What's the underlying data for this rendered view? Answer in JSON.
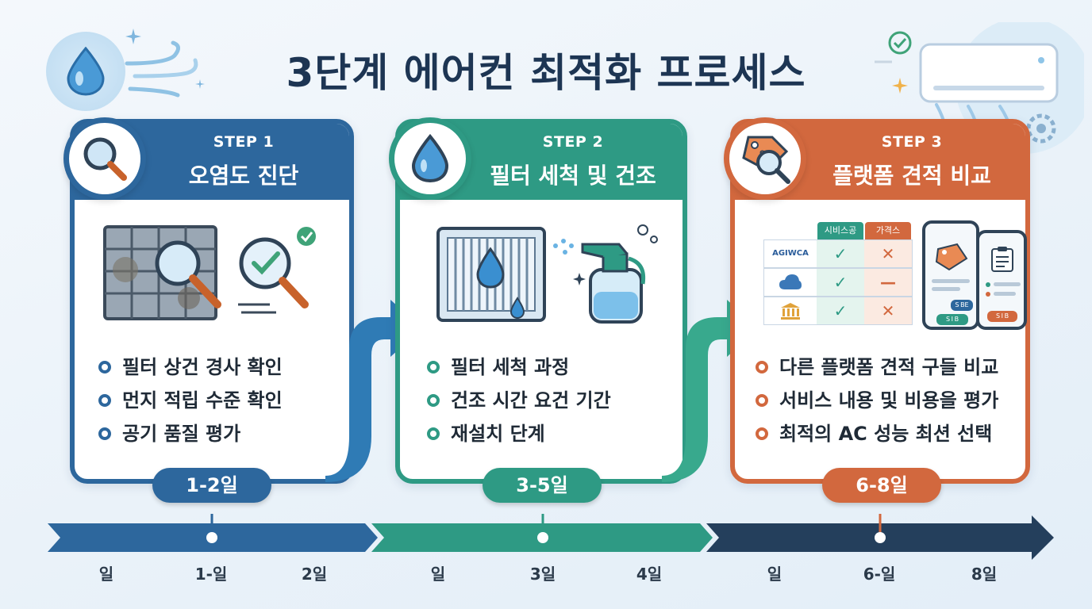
{
  "title": "3단계 에어컨 최적화 프로세스",
  "steps": [
    {
      "label": "STEP 1",
      "title": "오염도 진단",
      "bullets": [
        "필터 상건 경사 확인",
        "먼지 적립 수준 확인",
        "공기 품질 평가"
      ],
      "duration": "1-2일",
      "color": "#2d679d",
      "icon": "magnifier-icon"
    },
    {
      "label": "STEP 2",
      "title": "필터 세척 및 건조",
      "bullets": [
        "필터 세척 과정",
        "건조 시간 요건 기간",
        "재설치 단계"
      ],
      "duration": "3-5일",
      "color": "#2e9a84",
      "icon": "water-drop-icon"
    },
    {
      "label": "STEP 3",
      "title": "플랫폼 견적 비교",
      "bullets": [
        "다른 플랫폼 견적 구들 비교",
        "서비스 내용 및 비용을 평가",
        "최적의 AC 성능 최션 선택"
      ],
      "duration": "6-8일",
      "color": "#d2683e",
      "icon": "price-tag-magnifier-icon"
    }
  ],
  "timeline": {
    "labels": [
      "일",
      "1-일",
      "2일",
      "일",
      "3일",
      "4일",
      "일",
      "6-일",
      "8일"
    ],
    "colors": [
      "#2d679d",
      "#2e9a84",
      "#243f5c"
    ]
  },
  "comparison": {
    "headers": [
      "시비스공",
      "가격스"
    ],
    "brand": "AGIWCA",
    "marks": [
      [
        "check",
        "cross"
      ],
      [
        "check",
        "dash"
      ],
      [
        "check",
        "cross"
      ]
    ]
  },
  "phone_buttons": [
    "S BE",
    "S I B",
    "S I B"
  ]
}
